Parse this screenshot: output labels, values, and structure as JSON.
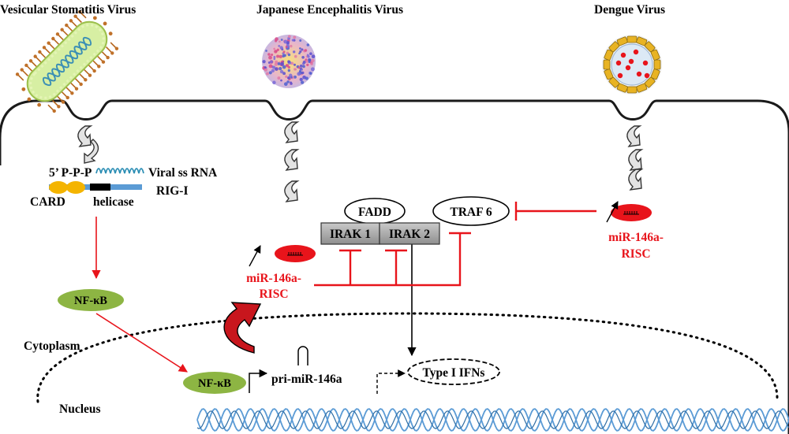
{
  "viruses": {
    "vsv": "Vesicular Stomatitis Virus",
    "jev": "Japanese Encephalitis Virus",
    "dengue": "Dengue Virus"
  },
  "rig_pathway": {
    "five_prime": "5’ P-P-P",
    "viral_rna": "Viral ss RNA",
    "rig_i": "RIG-I",
    "card": "CARD",
    "helicase": "helicase"
  },
  "nfkb_cyto": "NF-κB",
  "nfkb_nuc": "NF-κB",
  "complex": {
    "fadd": "FADD",
    "irak1": "IRAK 1",
    "irak2": "IRAK 2",
    "traf6": "TRAF 6"
  },
  "mirisc_left": {
    "line1": "miR-146a-",
    "line2": "RISC"
  },
  "mirisc_right": {
    "line1": "miR-146a-",
    "line2": "RISC"
  },
  "pri_mir": "pri-miR-146a",
  "type1_ifn": "Type I IFNs",
  "compartments": {
    "cytoplasm": "Cytoplasm",
    "nucleus": "Nucleus"
  },
  "colors": {
    "inhibit": "#e8141b",
    "nfkb": "#8db543",
    "risc": "#e8141b",
    "irak": "#a6a6a6",
    "rna": "#5b9bd5"
  }
}
